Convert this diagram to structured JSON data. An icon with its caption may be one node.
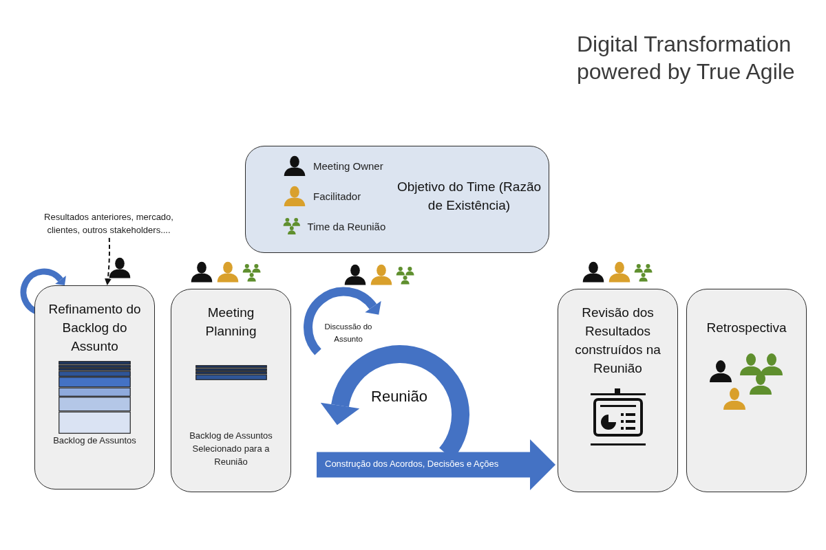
{
  "diagram": {
    "nodes": [
      {
        "text": [
          "Resultados anteriores, mercado, clientes, outros stakeholders...."
        ]
      },
      {
        "text": [
          "Refinamento do Backlog do Assunto",
          "Backlog de Assuntos"
        ]
      },
      {
        "text": [
          "Meeting Planning",
          "Backlog de Assuntos Selecionado para a Reunião"
        ]
      },
      {
        "text": [
          "Meeting Owner",
          "Facilitador",
          "Time da Reunião",
          "Objetivo do Time (Razão de Existência)"
        ]
      },
      {
        "text": [
          "Revisão dos Resultados construídos na Reunião"
        ]
      },
      {
        "text": [
          "Retrospectiva"
        ]
      }
    ],
    "edges": [
      {
        "from": 0,
        "to": 1,
        "arrow": "to",
        "style": "dashed"
      },
      {
        "from": null,
        "to": 4,
        "arrow": "to",
        "style": "thick",
        "color": "#4472c4",
        "label": "Construção dos Acordos, Decisões e Ações"
      }
    ],
    "labels": [
      "Digital Transformation powered by True Agile",
      "Discussão do Assunto",
      "Reunião"
    ]
  }
}
